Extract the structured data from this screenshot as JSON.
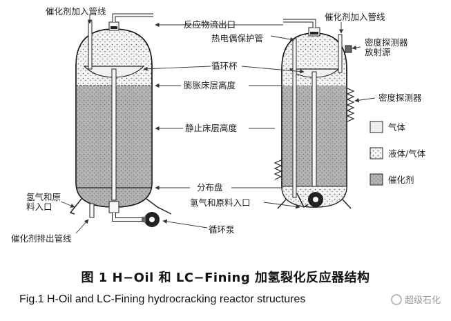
{
  "labels": {
    "left_catalyst_in": "催化剂加入管线",
    "product_outlet": "反应物流出口",
    "thermo_well": "热电偶保护管",
    "right_catalyst_in": "催化剂加入管线",
    "density_source": "密度探测器放射源",
    "recycle_cup": "循环杯",
    "expanded_bed": "膨胀床层高度",
    "density_detector": "密度探测器",
    "static_bed": "静止床层高度",
    "distributor": "分布盘",
    "h2_feed_left": "氢气和原料入口",
    "h2_feed_center": "氢气和原料入口",
    "recycle_pump": "循环泵",
    "catalyst_out": "催化剂排出管线"
  },
  "legend": [
    {
      "label": "气体",
      "pattern": "gas"
    },
    {
      "label": "液体/气体",
      "pattern": "liquid-gas"
    },
    {
      "label": "催化剂",
      "pattern": "catalyst"
    }
  ],
  "caption": {
    "cn": "图 1   H−Oil 和 LC−Fining 加氢裂化反应器结构",
    "en": "Fig.1    H-Oil and LC-Fining hydrocracking reactor structures"
  },
  "watermark": "超级石化",
  "colors": {
    "catalyst_fill": "#b3b3b3",
    "gas_fill": "#eeeeee",
    "liquid_gas_fill": "#f4f4f4",
    "outline": "#1a1a1a"
  }
}
